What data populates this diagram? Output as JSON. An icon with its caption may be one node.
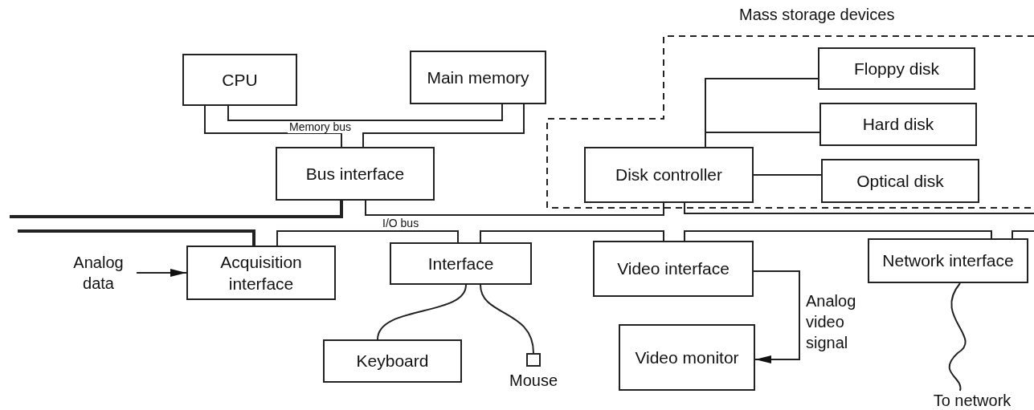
{
  "diagram": {
    "nodes": [
      {
        "text": [
          "CPU"
        ]
      },
      {
        "text": [
          "Main memory"
        ]
      },
      {
        "text": [
          "Bus interface"
        ]
      },
      {
        "text": [
          "Mass storage devices"
        ]
      },
      {
        "text": [
          "Disk controller"
        ],
        "in": 3
      },
      {
        "text": [
          "Floppy disk"
        ],
        "in": 3
      },
      {
        "text": [
          "Hard disk"
        ],
        "in": 3
      },
      {
        "text": [
          "Optical disk"
        ],
        "in": 3
      },
      {
        "text": [
          "Acquisition interface"
        ]
      },
      {
        "text": [
          "Interface"
        ]
      },
      {
        "text": [
          "Video interface"
        ]
      },
      {
        "text": [
          "Network interface"
        ]
      },
      {
        "text": [
          "Keyboard"
        ]
      },
      {
        "text": [],
        "shape": "box",
        "beside": [
          "Mouse"
        ]
      },
      {
        "text": [
          "Video monitor"
        ]
      },
      {
        "text": [
          "Analog data"
        ]
      },
      {
        "text": [
          "To network"
        ]
      }
    ],
    "edges": [
      {
        "from": 0,
        "to": 2,
        "arrow": "none"
      },
      {
        "from": 0,
        "to": 1,
        "arrow": "none"
      },
      {
        "from": 1,
        "to": 2,
        "arrow": "none"
      },
      {
        "from": null,
        "to": 2,
        "arrow": "none",
        "style": "thick"
      },
      {
        "from": 2,
        "to": 4,
        "arrow": "none"
      },
      {
        "from": 4,
        "to": null,
        "arrow": "none"
      },
      {
        "from": null,
        "to": 8,
        "arrow": "none",
        "style": "thick"
      },
      {
        "from": 8,
        "to": 9,
        "arrow": "none"
      },
      {
        "from": 9,
        "to": 10,
        "arrow": "none"
      },
      {
        "from": 10,
        "to": 11,
        "arrow": "none"
      },
      {
        "from": 11,
        "to": null,
        "arrow": "none"
      },
      {
        "from": 4,
        "to": 5,
        "arrow": "none"
      },
      {
        "from": 4,
        "to": 6,
        "arrow": "none"
      },
      {
        "from": 4,
        "to": 7,
        "arrow": "none"
      },
      {
        "from": 9,
        "to": 12,
        "arrow": "none"
      },
      {
        "from": 9,
        "to": 13,
        "arrow": "none"
      },
      {
        "from": 15,
        "to": 8,
        "arrow": "to"
      },
      {
        "from": 10,
        "to": 14,
        "arrow": "to",
        "label": "Analog video signal"
      },
      {
        "from": 11,
        "to": 16,
        "arrow": "none"
      }
    ],
    "labels": [
      "Memory bus",
      "I/O bus"
    ]
  }
}
